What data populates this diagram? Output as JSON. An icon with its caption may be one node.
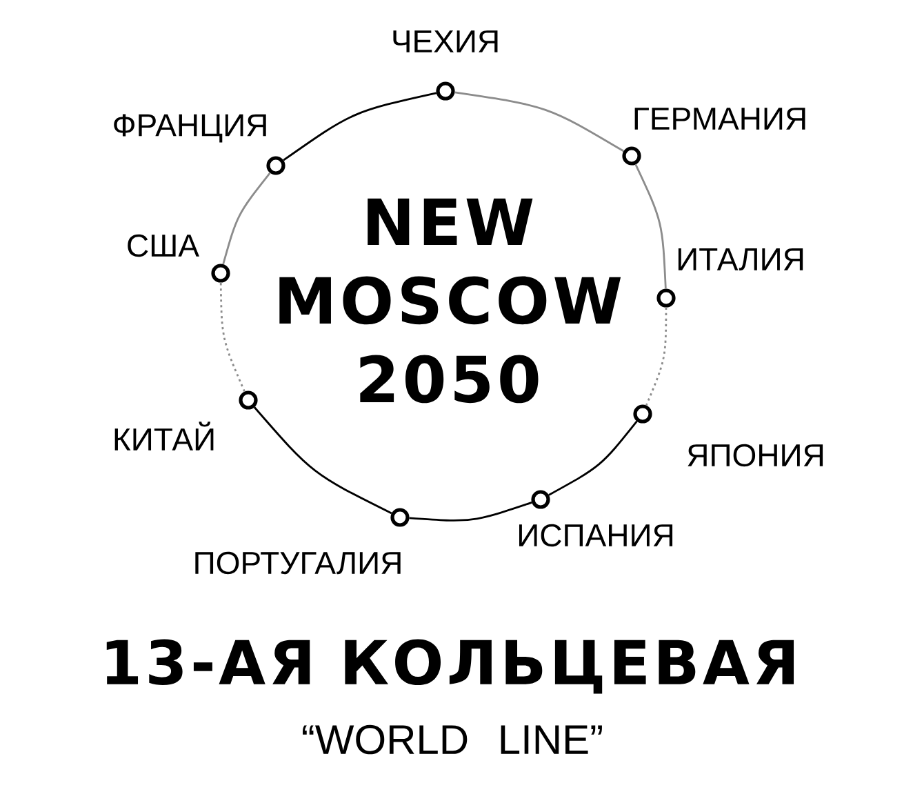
{
  "diagram": {
    "title": "13-АЯ КОЛЬЦЕВАЯ",
    "caption": "“WORLD LINE”",
    "nodes": [
      {
        "text": [],
        "shape": "circle",
        "beside": [
          "ЧЕХИЯ"
        ]
      },
      {
        "text": [],
        "shape": "circle",
        "beside": [
          "ГЕРМАНИЯ"
        ]
      },
      {
        "text": [],
        "shape": "circle",
        "beside": [
          "ИТАЛИЯ"
        ]
      },
      {
        "text": [],
        "shape": "circle",
        "beside": [
          "ЯПОНИЯ"
        ]
      },
      {
        "text": [],
        "shape": "circle",
        "beside": [
          "ИСПАНИЯ"
        ]
      },
      {
        "text": [],
        "shape": "circle",
        "beside": [
          "ПОРТУГАЛИЯ"
        ]
      },
      {
        "text": [],
        "shape": "circle",
        "beside": [
          "КИТАЙ"
        ]
      },
      {
        "text": [],
        "shape": "circle",
        "beside": [
          "США"
        ]
      },
      {
        "text": [],
        "shape": "circle",
        "beside": [
          "ФРАНЦИЯ"
        ]
      }
    ],
    "edges": [
      {
        "from": 0,
        "to": 1,
        "arrow": "none",
        "color": "#8c8c8c"
      },
      {
        "from": 1,
        "to": 2,
        "arrow": "none",
        "color": "#8c8c8c"
      },
      {
        "from": 2,
        "to": 3,
        "arrow": "none",
        "style": "dashed",
        "color": "#8c8c8c"
      },
      {
        "from": 3,
        "to": 4,
        "arrow": "none",
        "color": "#000000"
      },
      {
        "from": 4,
        "to": 5,
        "arrow": "none",
        "color": "#000000"
      },
      {
        "from": 5,
        "to": 6,
        "arrow": "none",
        "color": "#000000"
      },
      {
        "from": 6,
        "to": 7,
        "arrow": "none",
        "style": "dashed",
        "color": "#8c8c8c"
      },
      {
        "from": 7,
        "to": 8,
        "arrow": "none",
        "color": "#8c8c8c"
      },
      {
        "from": 8,
        "to": 0,
        "arrow": "none",
        "color": "#000000"
      }
    ],
    "labels": [
      "NEW MOSCOW 2050"
    ]
  }
}
